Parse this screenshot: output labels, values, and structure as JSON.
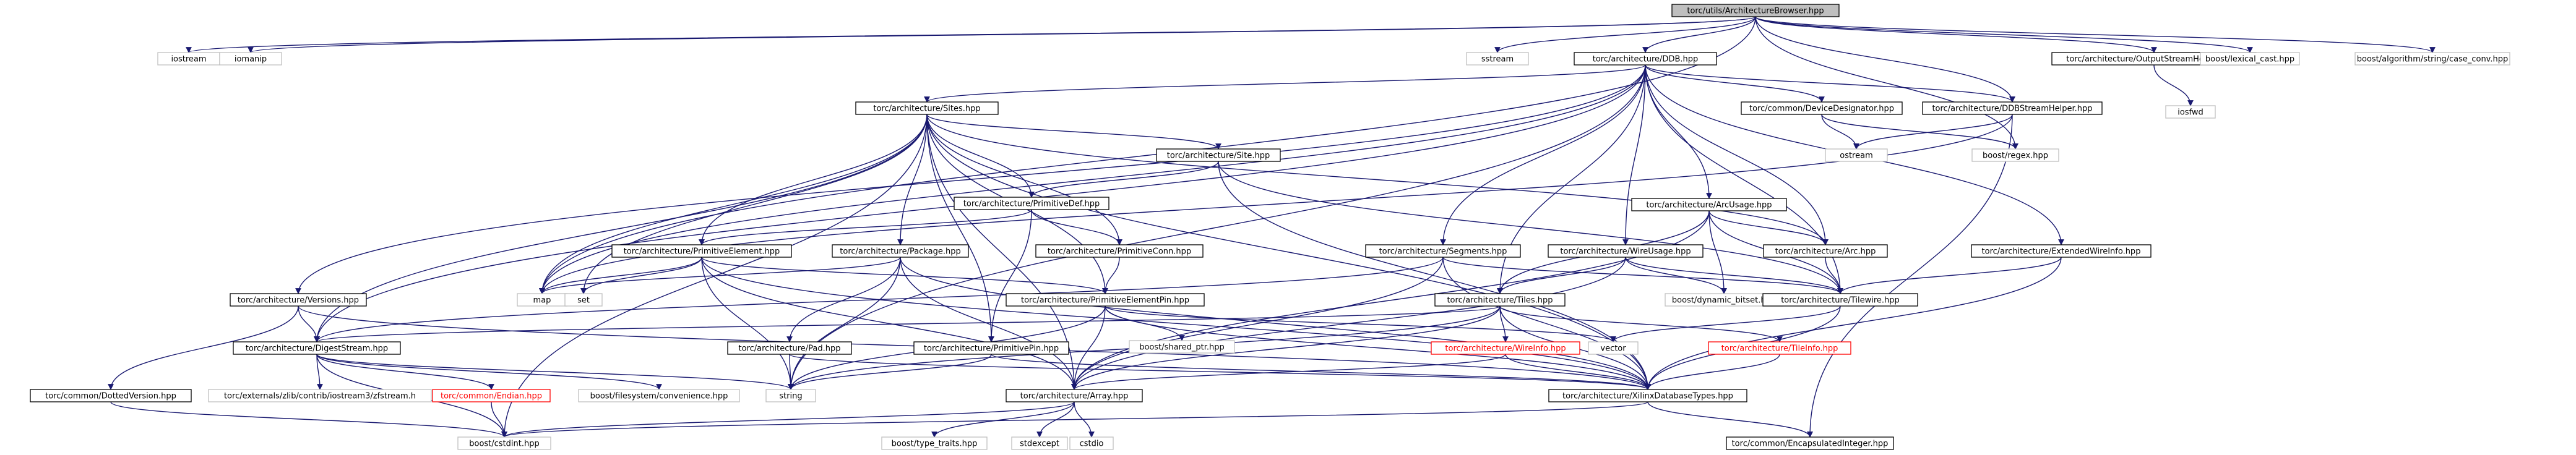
{
  "diagram": {
    "nodes": [
      {
        "id": "root",
        "label": "torc/utils/ArchitectureBrowser.hpp",
        "style": "root"
      },
      {
        "id": "iostream",
        "label": "iostream",
        "style": "ext"
      },
      {
        "id": "iomanip",
        "label": "iomanip",
        "style": "ext"
      },
      {
        "id": "sstream",
        "label": "sstream",
        "style": "ext"
      },
      {
        "id": "ddb",
        "label": "torc/architecture/DDB.hpp",
        "style": "normal"
      },
      {
        "id": "osh",
        "label": "torc/architecture/OutputStreamHelpers.hpp",
        "style": "normal"
      },
      {
        "id": "lexical",
        "label": "boost/lexical_cast.hpp",
        "style": "ext"
      },
      {
        "id": "caseconv",
        "label": "boost/algorithm/string/case_conv.hpp",
        "style": "ext"
      },
      {
        "id": "iosfwd",
        "label": "iosfwd",
        "style": "ext"
      },
      {
        "id": "sites",
        "label": "torc/architecture/Sites.hpp",
        "style": "normal"
      },
      {
        "id": "devdes",
        "label": "torc/common/DeviceDesignator.hpp",
        "style": "normal"
      },
      {
        "id": "ddbsh",
        "label": "torc/architecture/DDBStreamHelper.hpp",
        "style": "normal"
      },
      {
        "id": "site",
        "label": "torc/architecture/Site.hpp",
        "style": "normal"
      },
      {
        "id": "ostream",
        "label": "ostream",
        "style": "ext"
      },
      {
        "id": "regex",
        "label": "boost/regex.hpp",
        "style": "ext"
      },
      {
        "id": "primdef",
        "label": "torc/architecture/PrimitiveDef.hpp",
        "style": "normal"
      },
      {
        "id": "arcusage",
        "label": "torc/architecture/ArcUsage.hpp",
        "style": "normal"
      },
      {
        "id": "primelem",
        "label": "torc/architecture/PrimitiveElement.hpp",
        "style": "normal"
      },
      {
        "id": "package",
        "label": "torc/architecture/Package.hpp",
        "style": "normal"
      },
      {
        "id": "primconn",
        "label": "torc/architecture/PrimitiveConn.hpp",
        "style": "normal"
      },
      {
        "id": "segments",
        "label": "torc/architecture/Segments.hpp",
        "style": "normal"
      },
      {
        "id": "wireusage",
        "label": "torc/architecture/WireUsage.hpp",
        "style": "normal"
      },
      {
        "id": "arc",
        "label": "torc/architecture/Arc.hpp",
        "style": "normal"
      },
      {
        "id": "extwire",
        "label": "torc/architecture/ExtendedWireInfo.hpp",
        "style": "normal"
      },
      {
        "id": "versions",
        "label": "torc/architecture/Versions.hpp",
        "style": "normal"
      },
      {
        "id": "map",
        "label": "map",
        "style": "ext"
      },
      {
        "id": "set",
        "label": "set",
        "style": "ext"
      },
      {
        "id": "primelempin",
        "label": "torc/architecture/PrimitiveElementPin.hpp",
        "style": "normal"
      },
      {
        "id": "dynbitset",
        "label": "boost/dynamic_bitset.hpp",
        "style": "ext"
      },
      {
        "id": "tilewire",
        "label": "torc/architecture/Tilewire.hpp",
        "style": "normal"
      },
      {
        "id": "tiles",
        "label": "torc/architecture/Tiles.hpp",
        "style": "normal"
      },
      {
        "id": "vector",
        "label": "vector",
        "style": "ext"
      },
      {
        "id": "digest",
        "label": "torc/architecture/DigestStream.hpp",
        "style": "normal"
      },
      {
        "id": "sharedptr",
        "label": "boost/shared_ptr.hpp",
        "style": "ext"
      },
      {
        "id": "wireinfo",
        "label": "torc/architecture/WireInfo.hpp",
        "style": "red"
      },
      {
        "id": "tileinfo",
        "label": "torc/architecture/TileInfo.hpp",
        "style": "red"
      },
      {
        "id": "pad",
        "label": "torc/architecture/Pad.hpp",
        "style": "normal"
      },
      {
        "id": "primpin",
        "label": "torc/architecture/PrimitivePin.hpp",
        "style": "normal"
      },
      {
        "id": "dotted",
        "label": "torc/common/DottedVersion.hpp",
        "style": "normal"
      },
      {
        "id": "zfstream",
        "label": "torc/externals/zlib/contrib/iostream3/zfstream.h",
        "style": "ext"
      },
      {
        "id": "endian",
        "label": "torc/common/Endian.hpp",
        "style": "red"
      },
      {
        "id": "fsconv",
        "label": "boost/filesystem/convenience.hpp",
        "style": "ext"
      },
      {
        "id": "string",
        "label": "string",
        "style": "ext"
      },
      {
        "id": "array",
        "label": "torc/architecture/Array.hpp",
        "style": "normal"
      },
      {
        "id": "xilinx",
        "label": "torc/architecture/XilinxDatabaseTypes.hpp",
        "style": "normal"
      },
      {
        "id": "cstdint",
        "label": "boost/cstdint.hpp",
        "style": "ext"
      },
      {
        "id": "typetraits",
        "label": "boost/type_traits.hpp",
        "style": "ext"
      },
      {
        "id": "stdexcept",
        "label": "stdexcept",
        "style": "ext"
      },
      {
        "id": "cstdio",
        "label": "cstdio",
        "style": "ext"
      },
      {
        "id": "encint",
        "label": "torc/common/EncapsulatedInteger.hpp",
        "style": "normal"
      }
    ]
  }
}
